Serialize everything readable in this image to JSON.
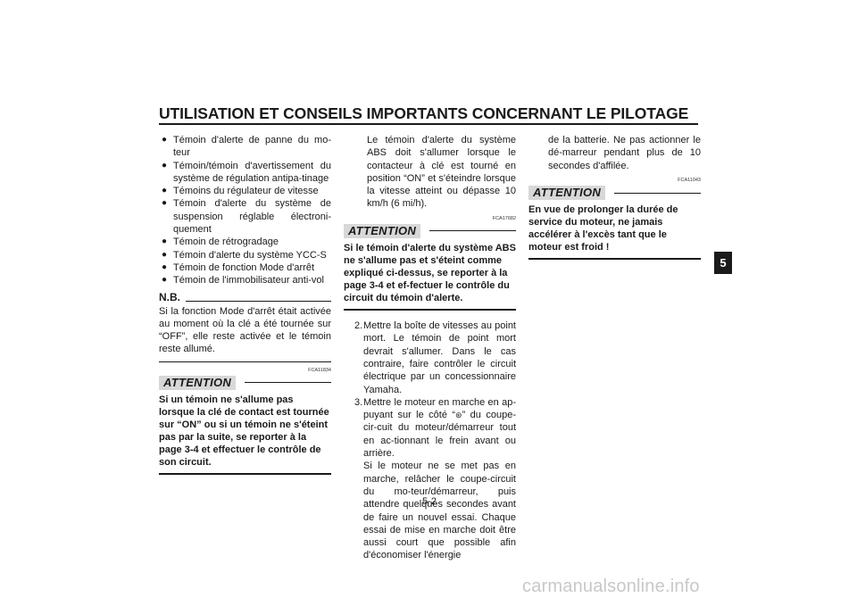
{
  "header": {
    "title": "UTILISATION ET CONSEILS IMPORTANTS CONCERNANT LE PILOTAGE"
  },
  "col1": {
    "bullet_glyph": "●",
    "bullets": [
      "Témoin d'alerte de panne du mo-teur",
      "Témoin/témoin d'avertissement du système de régulation antipa-tinage",
      "Témoins du régulateur de vitesse",
      "Témoin d'alerte du système de suspension réglable électroni-quement",
      "Témoin de rétrogradage",
      "Témoin d'alerte du système YCC-S",
      "Témoin de fonction Mode d'arrêt",
      "Témoin de l'immobilisateur anti-vol"
    ],
    "note_label": "N.B.",
    "note_text": "Si la fonction Mode d'arrêt était activée au moment où la clé a été tournée sur “OFF”, elle reste activée et le témoin reste allumé.",
    "attention_code": "FCA11834",
    "attention_label": "ATTENTION",
    "attention_text": "Si un témoin ne s'allume pas lorsque la clé de contact est tournée sur “ON” ou si un témoin ne s'éteint pas par la suite, se reporter à la page 3-4 et effectuer le contrôle de son circuit."
  },
  "col2": {
    "intro": "Le témoin d'alerte du système ABS doit s'allumer lorsque le contacteur à clé est tourné en position “ON” et s'éteindre lorsque la vitesse atteint ou dépasse 10 km/h (6 mi/h).",
    "attention_code": "FCA17682",
    "attention_label": "ATTENTION",
    "attention_text": "Si le témoin d'alerte du système ABS ne s'allume pas et s'éteint comme expliqué ci-dessus, se reporter à la page 3-4 et ef-fectuer le contrôle du circuit du témoin d'alerte.",
    "step2_num": "2.",
    "step2_text": "Mettre la boîte de vitesses au point mort. Le témoin de point mort devrait s'allumer. Dans le cas contraire, faire contrôler le circuit électrique par un concessionnaire Yamaha.",
    "step3_num": "3.",
    "step3_text_a": "Mettre le moteur en marche en ap-puyant sur le côté “",
    "step3_icon": "start-symbol-icon",
    "step3_icon_glyph": "⊛",
    "step3_text_b": "” du coupe-cir-cuit du moteur/démarreur tout en ac-tionnant le frein avant ou arrière.",
    "step3_text_c": "Si le moteur ne se met pas en marche, relâcher le coupe-circuit du mo-teur/démarreur, puis attendre quelques secondes avant de faire un nouvel essai. Chaque essai de mise en marche doit être aussi court que possible afin d'économiser l'énergie"
  },
  "col3": {
    "cont_text": "de la batterie. Ne pas actionner le dé-marreur pendant plus de 10 secondes d'affilée.",
    "attention_code": "FCA11043",
    "attention_label": "ATTENTION",
    "attention_text": "En vue de prolonger la durée de service du moteur, ne jamais accélérer à l'excès tant que le moteur est froid !"
  },
  "section_tab": "5",
  "page_number": "5-2",
  "watermark": "carmanualsonline.info"
}
